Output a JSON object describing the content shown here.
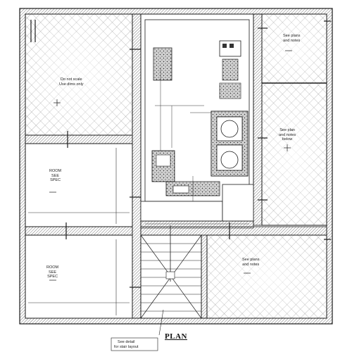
{
  "caption": "PLAN",
  "colors": {
    "ink": "#1a1a1a",
    "hatch": "#8a8a8a",
    "paper": "#ffffff"
  },
  "room_labels": {
    "top_left": [
      "Do not scale",
      "Use dims only"
    ],
    "mid_left": [
      "ROOM",
      "SEE",
      "SPEC"
    ],
    "bottom_left": [
      "ROOM",
      "SEE",
      "SPEC"
    ],
    "top_right": [
      "See plans",
      "and notes"
    ],
    "mid_right": [
      "See plan",
      "and notes",
      "below"
    ],
    "bottom_right": [
      "See plans",
      "and notes"
    ],
    "stair_note": [
      "See detail",
      "for stair layout"
    ]
  }
}
